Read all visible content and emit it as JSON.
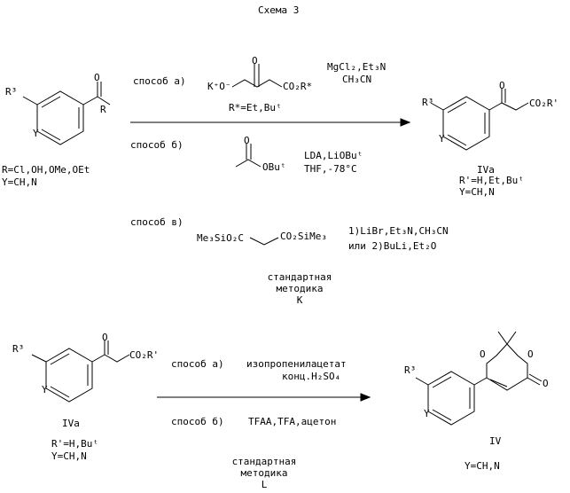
{
  "title": "Схема 3",
  "upper": {
    "start": {
      "r3": "R³",
      "r": "R",
      "y": "Y",
      "o": "O",
      "line1": "R=Cl,OH,OMe,OEt",
      "line2": "Y=CH,N"
    },
    "method_a": {
      "label": "способ а)",
      "reagent_k": "K⁺O⁻",
      "reagent_ester": "CO₂R*",
      "reagent_o": "O",
      "cond1": "MgCl₂,Et₃N",
      "cond2": "CH₃CN",
      "r_def": "R*=Et,Buᵗ"
    },
    "method_b": {
      "label": "способ б)",
      "reagent": "OBuᵗ",
      "reagent_o": "O",
      "cond1": "LDA,LiOBuᵗ",
      "cond2": "THF,-78°C"
    },
    "method_c": {
      "label": "способ в)",
      "left": "Me₃SiO₂C",
      "right": "CO₂SiMe₃",
      "cond1": "1)LiBr,Et₃N,CH₃CN",
      "cond2": "или 2)BuLi,Et₂O"
    },
    "standard": [
      "стандартная",
      "методика",
      "К"
    ],
    "product": {
      "r3": "R³",
      "y": "Y",
      "o": "O",
      "ester": "CO₂R'",
      "name": "IVa",
      "line1": "R'=H,Et,Buᵗ",
      "line2": "Y=CH,N"
    }
  },
  "lower": {
    "start": {
      "r3": "R³",
      "y": "Y",
      "o": "O",
      "ester": "CO₂R'",
      "name": "IVa",
      "line1": "R'=H,Buᵗ",
      "line2": "Y=CH,N"
    },
    "method_a": {
      "label": "способ а)",
      "reagent": "изопропенилацетат",
      "cond": "конц.H₂SO₄"
    },
    "method_b": {
      "label": "способ б)",
      "reagent": "TFAA,TFA,ацетон"
    },
    "standard": [
      "стандартная",
      "методика",
      "L"
    ],
    "product": {
      "r3": "R³",
      "y": "Y",
      "o1": "O",
      "o2": "O",
      "o3": "O",
      "name": "IV",
      "line1": "Y=CH,N"
    }
  }
}
